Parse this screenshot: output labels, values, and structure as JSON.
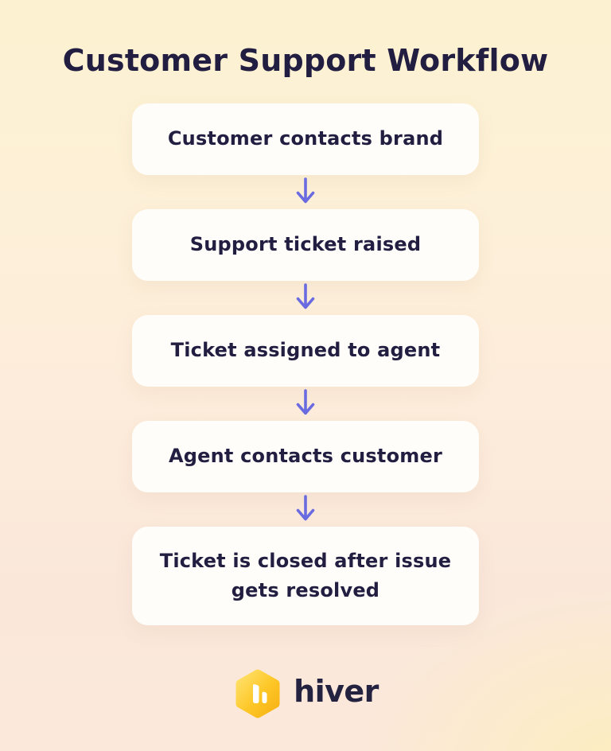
{
  "page": {
    "title": "Customer Support Workflow"
  },
  "flow": {
    "steps": [
      {
        "label": "Customer contacts brand",
        "lines": [
          "Customer contacts brand"
        ]
      },
      {
        "label": "Support ticket raised",
        "lines": [
          "Support ticket raised"
        ]
      },
      {
        "label": "Ticket assigned to agent",
        "lines": [
          "Ticket assigned to agent"
        ]
      },
      {
        "label": "Agent contacts customer",
        "lines": [
          "Agent contacts customer"
        ]
      },
      {
        "label": "Ticket is closed after issue gets resolved",
        "lines": [
          "Ticket is closed after issue",
          "gets resolved"
        ]
      }
    ],
    "connector_icon": "arrow-down-icon"
  },
  "footer": {
    "logo_text": "hiver",
    "logo_icon": "hiver-hexagon-logo"
  },
  "colors": {
    "title_text": "#221e41",
    "step_text": "#221e41",
    "step_bg": "#fffdf9",
    "arrow": "#6a6be0",
    "bg_top": "#fcf2d1",
    "bg_bottom": "#fae7da",
    "bg_corner_yellow": "#fdeebc",
    "logo_yellow_light": "#ffe06a",
    "logo_yellow_dark": "#f8b314",
    "logo_text_color": "#232240"
  }
}
